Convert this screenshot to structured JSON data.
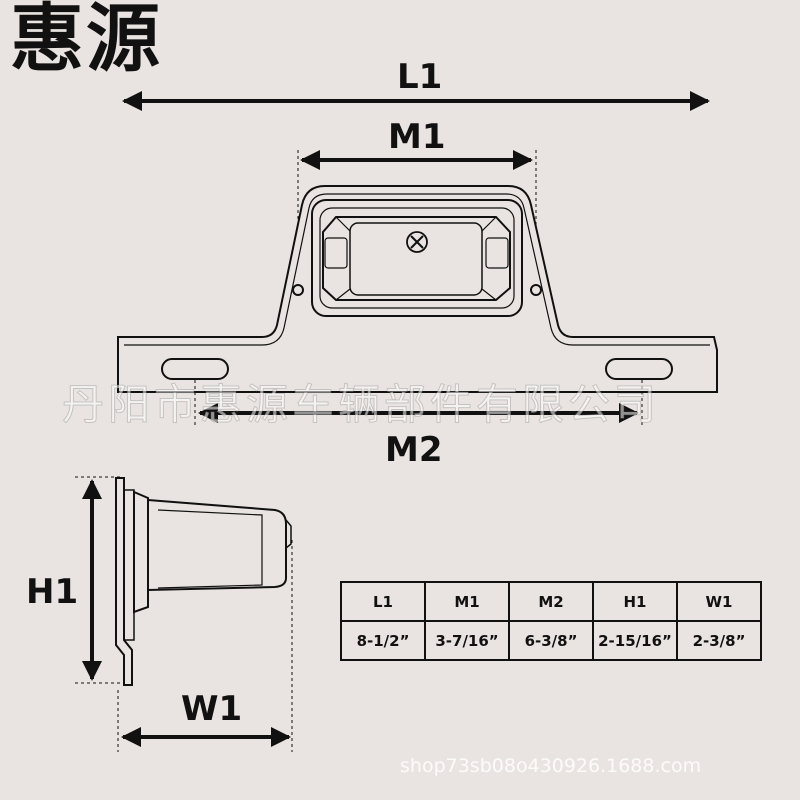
{
  "brand": "惠源",
  "watermark": "丹阳市惠源车辆部件有限公司",
  "store_url": "shop73sb08o430926.1688.com",
  "dimension_labels": {
    "L1": "L1",
    "M1": "M1",
    "M2": "M2",
    "H1": "H1",
    "W1": "W1"
  },
  "spec_table": {
    "headers": [
      "L1",
      "M1",
      "M2",
      "H1",
      "W1"
    ],
    "values": [
      "8-1/2”",
      "3-7/16”",
      "6-3/8”",
      "2-15/16”",
      "2-3/8”"
    ]
  },
  "colors": {
    "background": "#e9e4e1",
    "line": "#111111"
  },
  "icons": [
    "screw-icon"
  ]
}
